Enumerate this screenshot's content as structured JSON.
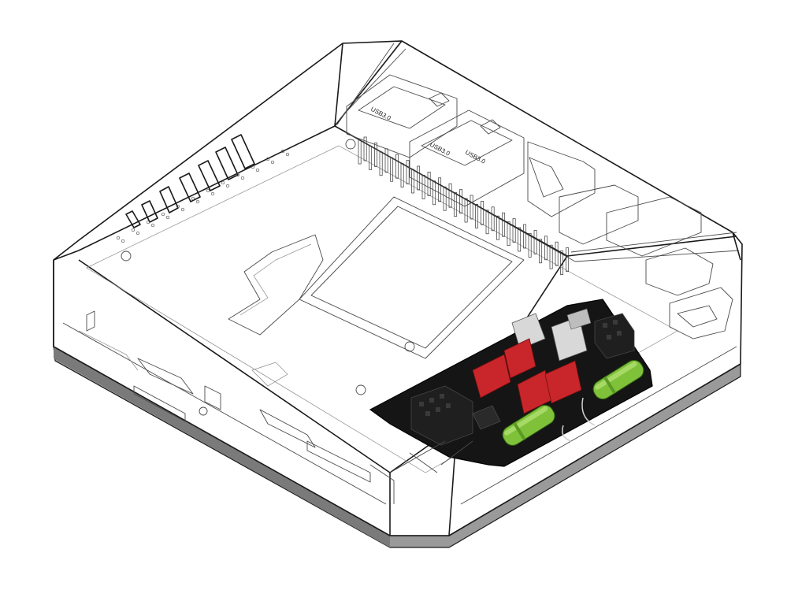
{
  "figure": {
    "usb_labels": [
      "USB3.0",
      "USB3.0",
      "USB3.0"
    ]
  },
  "colors": {
    "background": "#ffffff",
    "outline": "#1a1a1a",
    "base_shadow": "#9a9a9a",
    "board": "#151515",
    "header_block": "#1f1f1f",
    "red_jumper": "#c8262a",
    "white_connector": "#d8d8d8",
    "green_capacitor": "#7fc23a"
  }
}
